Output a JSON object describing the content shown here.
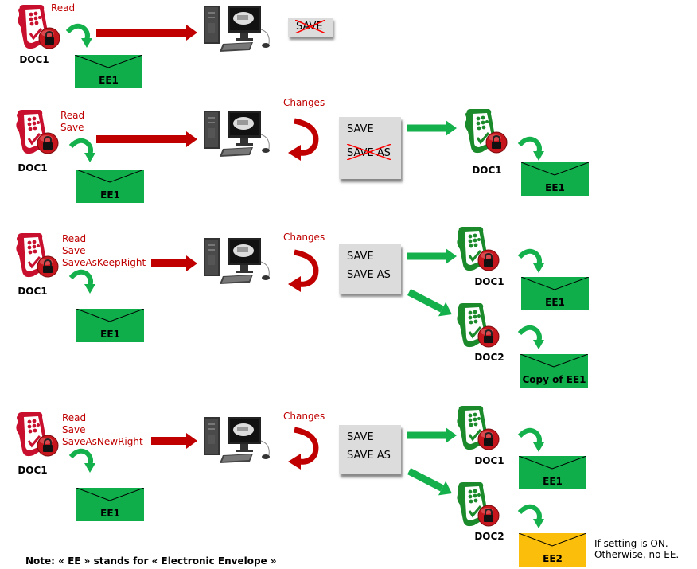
{
  "colors": {
    "red_doc": "#c8102e",
    "green_doc": "#1a8a2a",
    "arrow_red": "#c00000",
    "arrow_green": "#14b04c",
    "envelope_green": "#0fae4b",
    "envelope_yellow": "#fbbf0b",
    "menu_bg": "#dcdcdc",
    "label_red": "#c00000"
  },
  "rows": [
    {
      "source_doc": {
        "label": "DOC1",
        "icon": "locked-red-document-icon"
      },
      "rights": "Read",
      "source_envelope": {
        "label": "EE1",
        "color": "green"
      },
      "workstation_icon": "computer-workstation-icon",
      "changes_label": "",
      "menu": {
        "items": [
          {
            "label": "SAVE",
            "disabled": true
          }
        ]
      },
      "outputs": []
    },
    {
      "source_doc": {
        "label": "DOC1",
        "icon": "locked-red-document-icon"
      },
      "rights": "Read\nSave",
      "source_envelope": {
        "label": "EE1",
        "color": "green"
      },
      "workstation_icon": "computer-workstation-icon",
      "changes_label": "Changes",
      "menu": {
        "items": [
          {
            "label": "SAVE",
            "disabled": false
          },
          {
            "label": "SAVE AS",
            "disabled": true
          }
        ]
      },
      "outputs": [
        {
          "doc": "DOC1",
          "envelope": "EE1",
          "envelope_color": "green"
        }
      ]
    },
    {
      "source_doc": {
        "label": "DOC1",
        "icon": "locked-red-document-icon"
      },
      "rights": "Read\nSave\nSaveAsKeepRight",
      "source_envelope": {
        "label": "EE1",
        "color": "green"
      },
      "workstation_icon": "computer-workstation-icon",
      "changes_label": "Changes",
      "menu": {
        "items": [
          {
            "label": "SAVE",
            "disabled": false
          },
          {
            "label": "SAVE AS",
            "disabled": false
          }
        ]
      },
      "outputs": [
        {
          "doc": "DOC1",
          "envelope": "EE1",
          "envelope_color": "green"
        },
        {
          "doc": "DOC2",
          "envelope": "Copy of EE1",
          "envelope_color": "green"
        }
      ]
    },
    {
      "source_doc": {
        "label": "DOC1",
        "icon": "locked-red-document-icon"
      },
      "rights": "Read\nSave\nSaveAsNewRight",
      "source_envelope": {
        "label": "EE1",
        "color": "green"
      },
      "workstation_icon": "computer-workstation-icon",
      "changes_label": "Changes",
      "menu": {
        "items": [
          {
            "label": "SAVE",
            "disabled": false
          },
          {
            "label": "SAVE AS",
            "disabled": false
          }
        ]
      },
      "outputs": [
        {
          "doc": "DOC1",
          "envelope": "EE1",
          "envelope_color": "green"
        },
        {
          "doc": "DOC2",
          "envelope": "EE2",
          "envelope_color": "yellow",
          "condition": "If setting is ON.\nOtherwise, no EE."
        }
      ]
    }
  ],
  "note": "Note: « EE » stands for « Electronic Envelope »"
}
